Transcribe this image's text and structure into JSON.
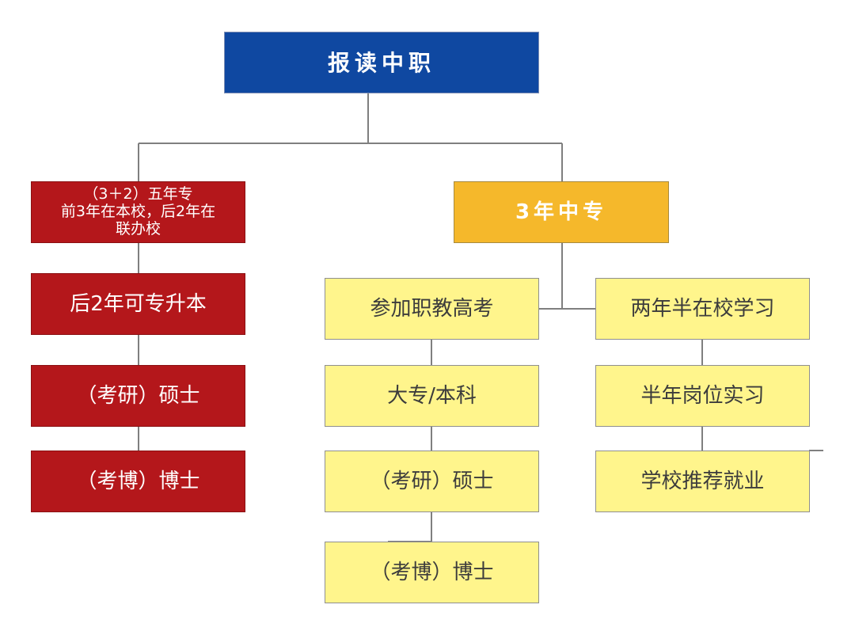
{
  "root": {
    "label": "报读中职"
  },
  "left_branch": {
    "top_lines": [
      "（3＋2）五年专",
      "前3年在本校，后2年在",
      "联办校"
    ],
    "step2": "后2年可专升本",
    "step3": "（考研）硕士",
    "step4": "（考博）博士"
  },
  "right_branch": {
    "label": "3年中专",
    "sub_left": {
      "step1": "参加职教高考",
      "step2": "大专/本科",
      "step3": "（考研）硕士",
      "step4": "（考博）博士"
    },
    "sub_right": {
      "step1": "两年半在校学习",
      "step2": "半年岗位实习",
      "step3": "学校推荐就业"
    }
  },
  "colors": {
    "root": "#0f48a1",
    "red": "#b4171b",
    "orange": "#f5b82b",
    "yellow": "#fff58c",
    "connector": "#7f7f7f"
  }
}
